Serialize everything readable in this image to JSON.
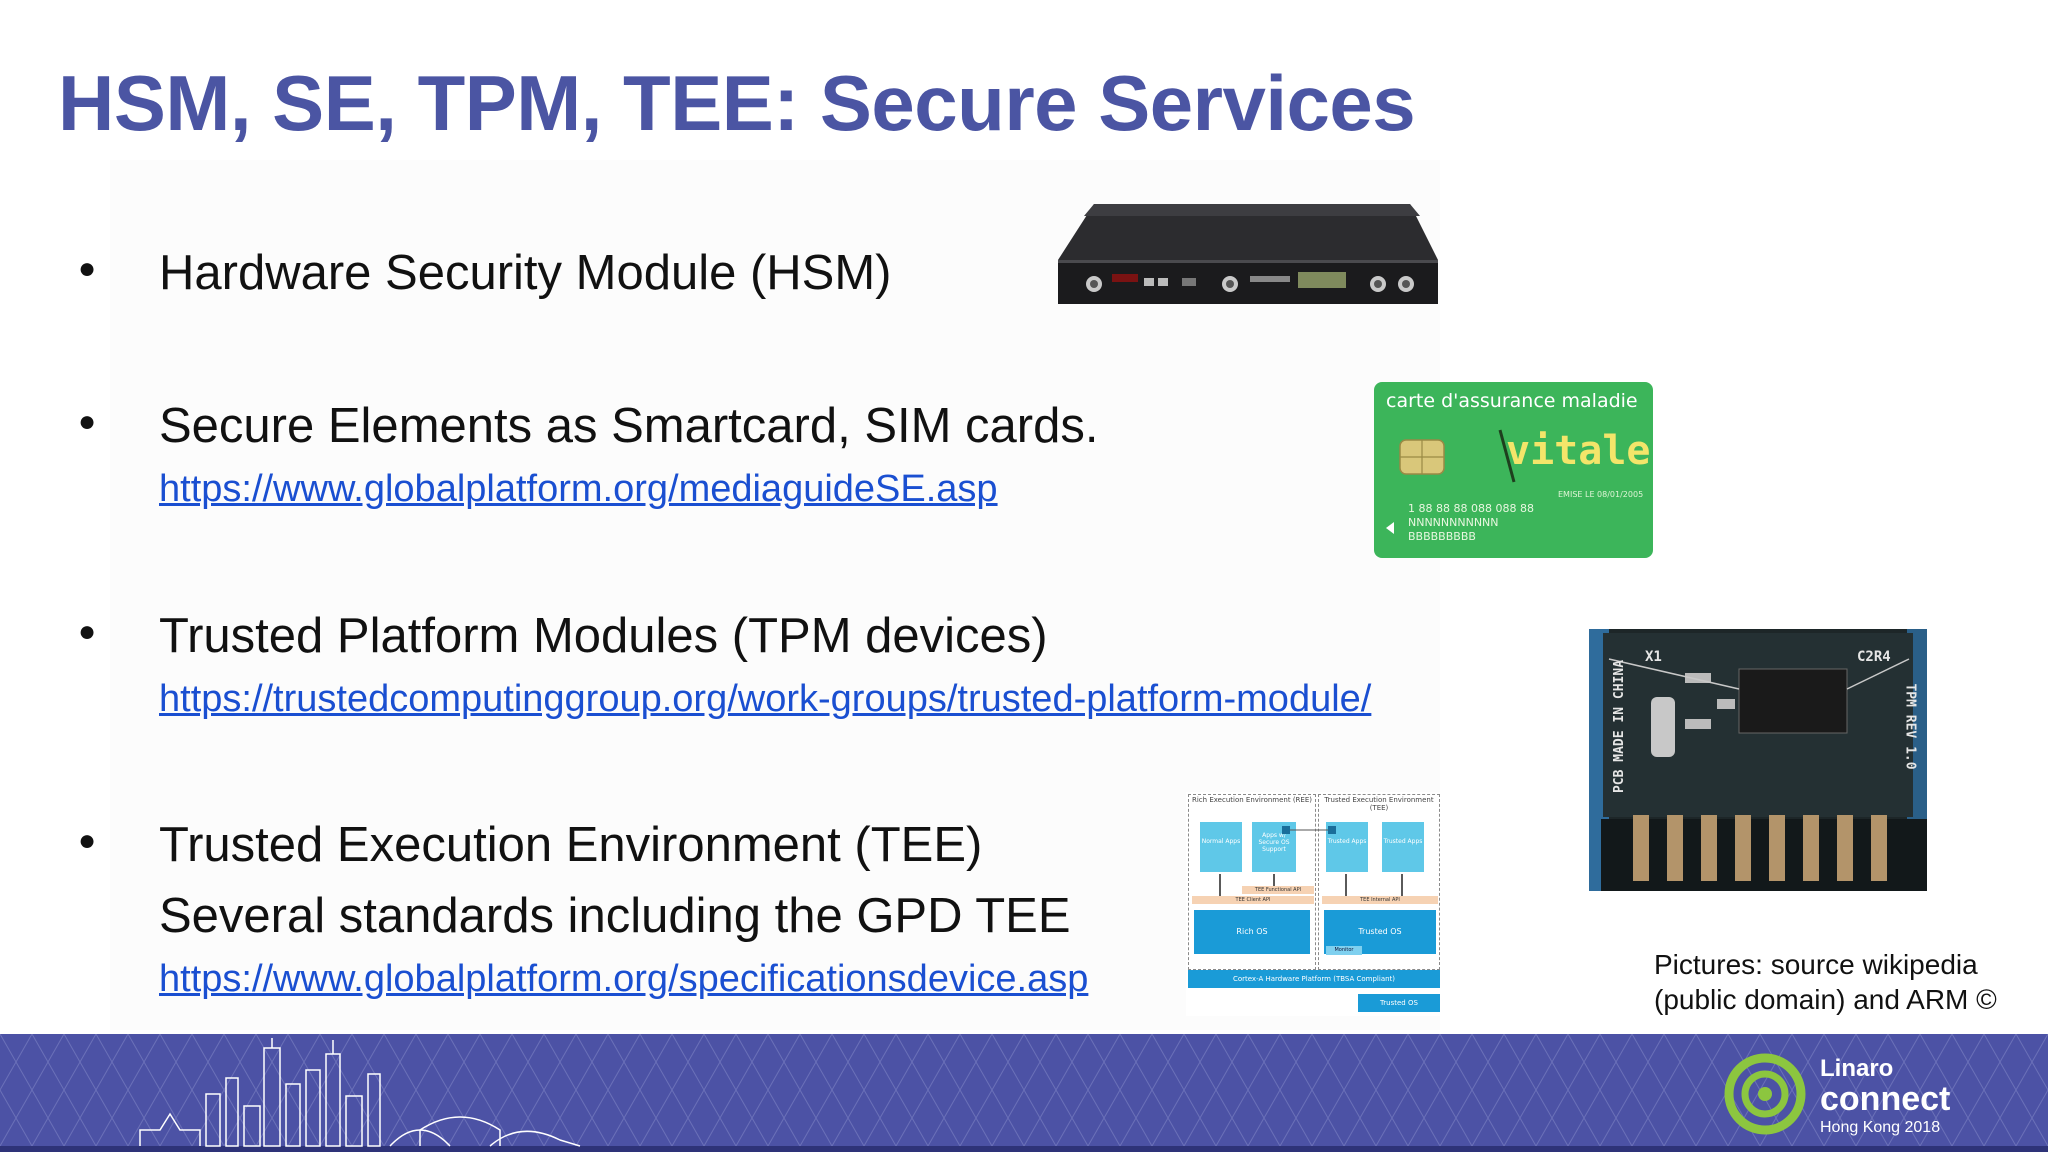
{
  "slide": {
    "title": "HSM, SE, TPM, TEE: Secure Services",
    "bullets": [
      {
        "text": "Hardware Security Module (HSM)"
      },
      {
        "text": "Secure Elements as Smartcard, SIM cards.",
        "link": "https://www.globalplatform.org/mediaguideSE.asp"
      },
      {
        "text": "Trusted Platform Modules (TPM devices)",
        "link": "https://trustedcomputinggroup.org/work-groups/trusted-platform-module/"
      },
      {
        "text": "Trusted Execution Environment (TEE)",
        "text2": "Several standards including the GPD TEE",
        "link": "https://www.globalplatform.org/specificationsdevice.asp"
      }
    ],
    "credit_line1": "Pictures: source wikipedia",
    "credit_line2": "(public domain) and ARM ©"
  },
  "smartcard": {
    "header": "carte d'assurance maladie",
    "brand": "vitale",
    "emise": "EMISE LE 08/01/2005",
    "number": "1 88 88 88 088 088 88",
    "name1": "NNNNNNNNNNN",
    "name2": "BBBBBBBBB"
  },
  "tpm_chip": {
    "silk1": "X1",
    "silk2": "C2R4",
    "silk3": "PCB MADE IN CHINA",
    "silk4": "TPM REV 1.0"
  },
  "tee_diagram": {
    "ree_title": "Rich Execution Environment (REE)",
    "tee_title": "Trusted Execution Environment (TEE)",
    "normal_apps": "Normal Apps",
    "apps_secure": "Apps w/ Secure OS Support",
    "trusted_apps": "Trusted Apps",
    "client_api": "TEE Client API",
    "functional_api": "TEE Functional API",
    "internal_api": "TEE Internal API",
    "rich_os": "Rich OS",
    "trusted_os": "Trusted OS",
    "monitor": "Monitor",
    "platform": "Cortex-A Hardware Platform (TBSA Compliant)",
    "trusted_os_bottom": "Trusted OS"
  },
  "logo": {
    "word1": "Linaro",
    "word2": "connect",
    "word3": "Hong Kong 2018"
  },
  "colors": {
    "title": "#4b55a3",
    "link": "#1a4fd1",
    "footer": "#4c52a5",
    "logo_green": "#8cc63f",
    "card_green": "#3cb55a",
    "tee_blue": "#1a9bd7"
  }
}
